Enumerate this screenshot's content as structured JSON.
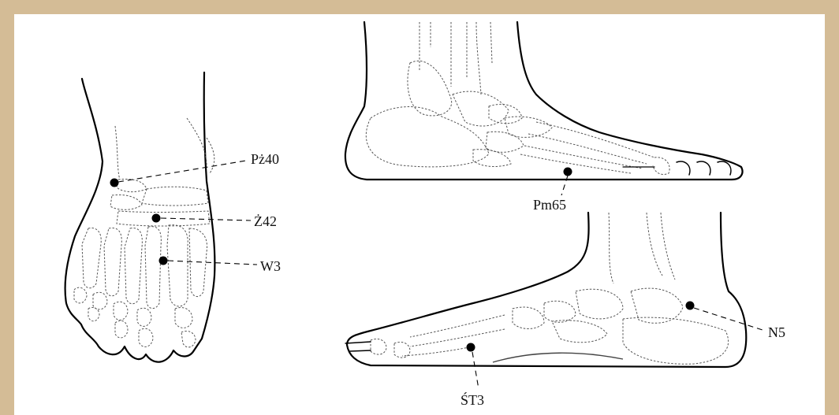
{
  "colors": {
    "background": "#d4bc96",
    "panel": "#ffffff",
    "ink": "#000000"
  },
  "figures": {
    "front_view": {
      "name": "foot-dorsal-view"
    },
    "lateral_view": {
      "name": "foot-lateral-view"
    },
    "medial_view": {
      "name": "foot-medial-view"
    }
  },
  "points": [
    {
      "id": "pz40",
      "label": "Pż40"
    },
    {
      "id": "z42",
      "label": "Ż42"
    },
    {
      "id": "w3",
      "label": "W3"
    },
    {
      "id": "pm65",
      "label": "Pm65"
    },
    {
      "id": "n5",
      "label": "N5"
    },
    {
      "id": "st3",
      "label": "ŚT3"
    }
  ]
}
